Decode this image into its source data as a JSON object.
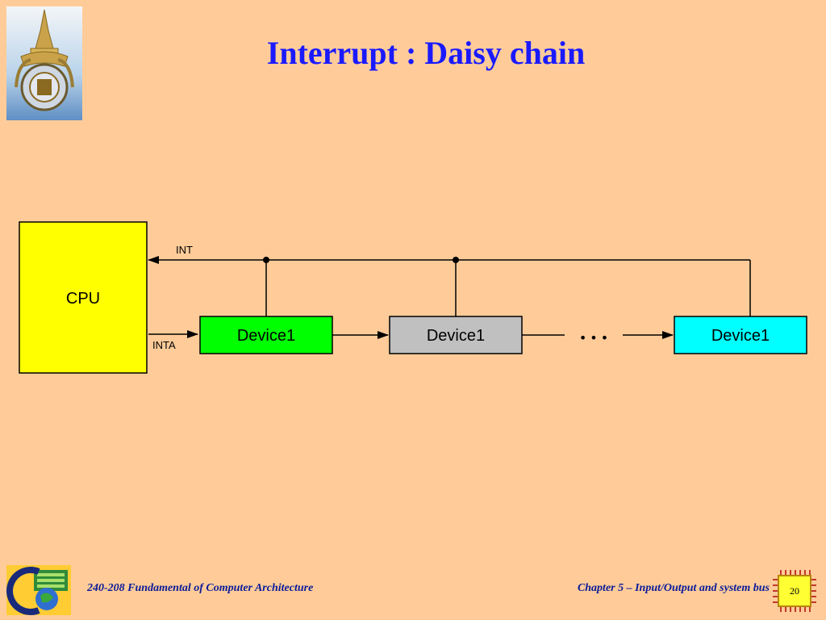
{
  "title": "Interrupt : Daisy chain",
  "diagram": {
    "cpu_label": "CPU",
    "int_label": "INT",
    "inta_label": "INTA",
    "devices": [
      {
        "label": "Device1",
        "color": "#00ff00"
      },
      {
        "label": "Device1",
        "color": "#c0c0c0"
      },
      {
        "label": "Device1",
        "color": "#00ffff"
      }
    ],
    "ellipsis": "•••",
    "cpu_color": "#ffff00"
  },
  "footer": {
    "course_number": "240-",
    "course_rest": "208 Fundamental of Computer Architecture",
    "chapter": "Chapter 5 – Input/Output and system bus",
    "page": "20"
  },
  "colors": {
    "background": "#ffcc99",
    "title": "#1a1aff",
    "footer_text": "#0a1a99"
  }
}
